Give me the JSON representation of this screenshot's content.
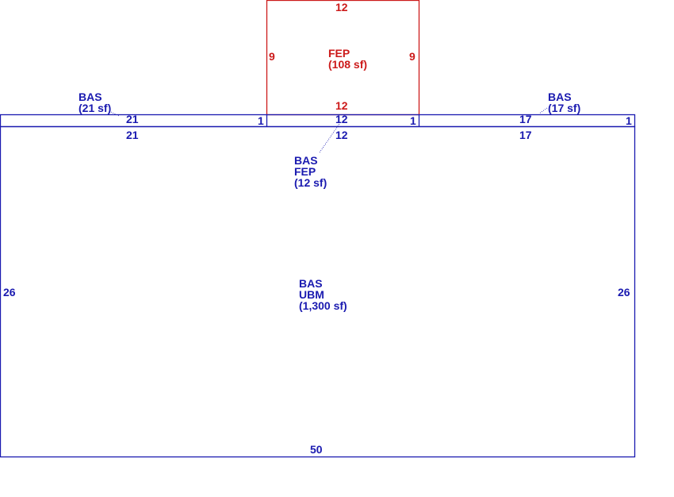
{
  "colors": {
    "blue": "#1a1ab0",
    "red": "#cc1a1a"
  },
  "areas": {
    "fep_top": {
      "code": "FEP",
      "area": "(108 sf)"
    },
    "bas_left_strip": {
      "code": "BAS",
      "area": "(21 sf)"
    },
    "bas_right_strip": {
      "code": "BAS",
      "area": "(17 sf)"
    },
    "bas_fep_center": {
      "code1": "BAS",
      "code2": "FEP",
      "area": "(12 sf)"
    },
    "bas_main": {
      "code1": "BAS",
      "code2": "UBM",
      "area": "(1,300 sf)"
    }
  },
  "dimensions": {
    "fep_top": "12",
    "fep_left": "9",
    "fep_right": "9",
    "fep_bottom": "12",
    "strip_left_top": "21",
    "strip_left_end": "1",
    "strip_center_top": "12",
    "strip_center_end": "1",
    "strip_right_top": "17",
    "strip_right_end": "1",
    "main_top_left": "21",
    "main_top_center": "12",
    "main_top_right": "17",
    "main_left": "26",
    "main_right": "26",
    "main_bottom": "50"
  }
}
